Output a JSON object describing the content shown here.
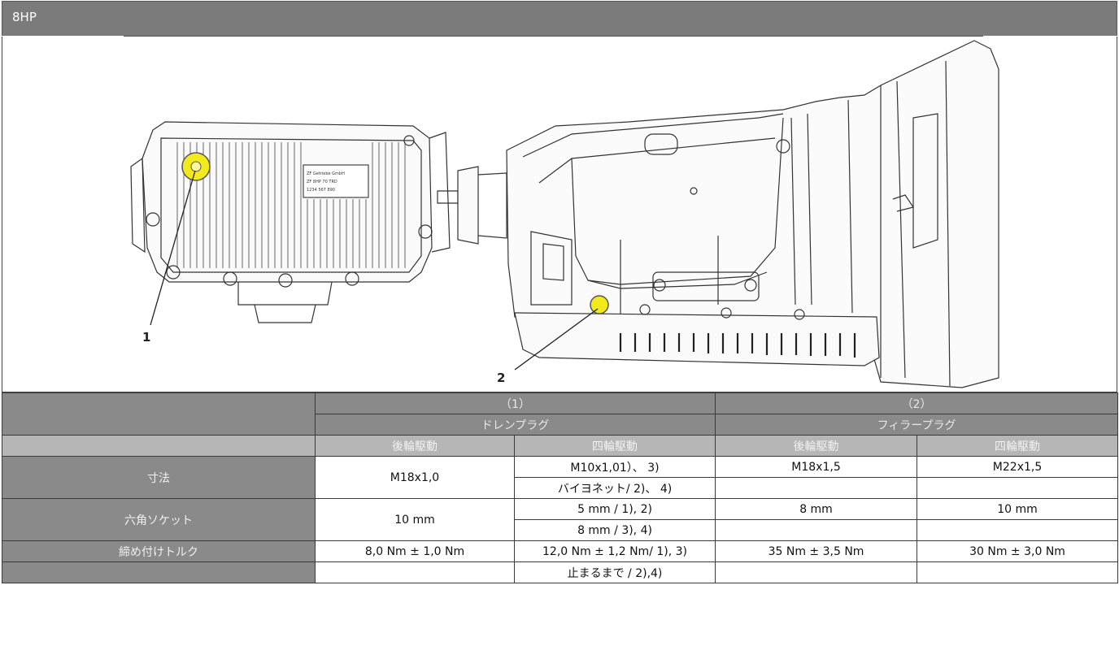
{
  "header": {
    "title": "8HP"
  },
  "figure": {
    "callouts": [
      {
        "label": "1",
        "description": "drain-plug-callout"
      },
      {
        "label": "2",
        "description": "filler-plug-callout"
      }
    ],
    "highlight_color": "#f2ea1c",
    "pan_label_lines": [
      "ZF Getriebe GmbH",
      "ZF 8HP 70 TRD",
      "1234 567 890"
    ]
  },
  "table": {
    "col_groups": [
      {
        "number": "（1）",
        "name": "ドレンプラグ"
      },
      {
        "number": "（2）",
        "name": "フィラープラグ"
      }
    ],
    "subheaders": [
      "後輪駆動",
      "四輪駆動",
      "後輪駆動",
      "四輪駆動"
    ],
    "rows": [
      {
        "label": "寸法",
        "c1": "M18x1,0",
        "c2a": "M10x1,01）、 3)",
        "c2b": "バイヨネット/ 2)、 4)",
        "c3a": "M18x1,5",
        "c3b": "",
        "c4a": "M22x1,5",
        "c4b": ""
      },
      {
        "label": "六角ソケット",
        "c1": "10 mm",
        "c2a": "5 mm / 1), 2)",
        "c2b": "8 mm / 3), 4)",
        "c3a": "8 mm",
        "c3b": "",
        "c4a": "10 mm",
        "c4b": ""
      },
      {
        "label": "締め付けトルク",
        "c1": "8,0 Nm ± 1,0 Nm",
        "c2": "12,0 Nm ± 1,2 Nm/ 1), 3)",
        "c3": "35 Nm ± 3,5 Nm",
        "c4": "30 Nm ± 3,0 Nm"
      },
      {
        "label": "",
        "c1": "",
        "c2": "止まるまで / 2),4)",
        "c3": "",
        "c4": ""
      }
    ]
  },
  "colors": {
    "header_bg": "#7b7b7b",
    "table_header_dark": "#8a8a8a",
    "table_header_light": "#b6b6b6",
    "plug_highlight": "#f2ea1c"
  }
}
